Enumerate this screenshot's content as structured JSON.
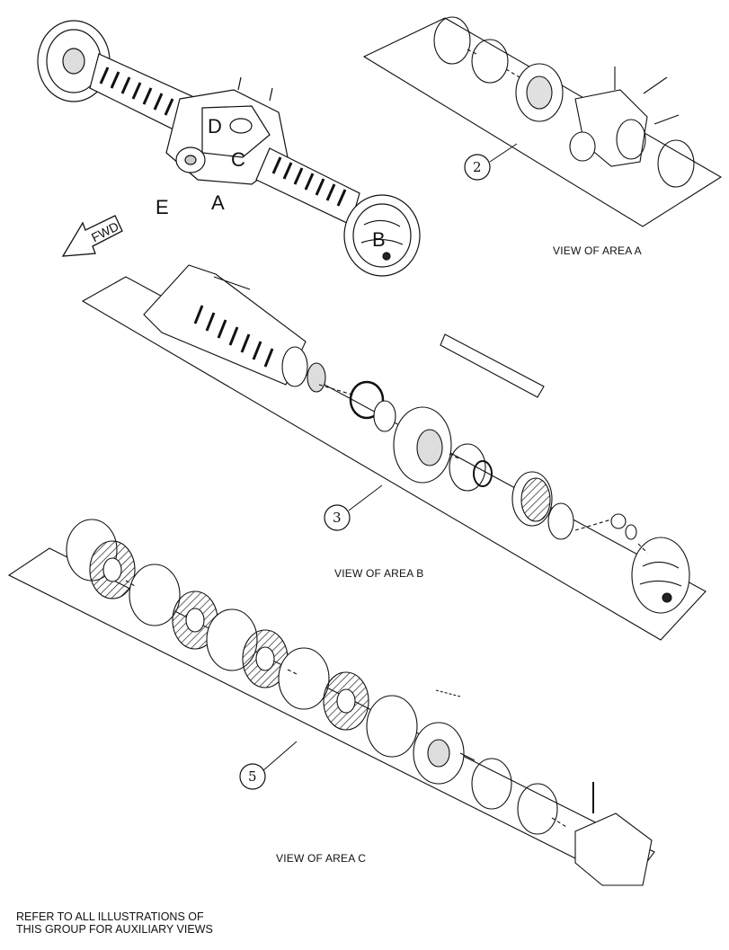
{
  "area_labels": {
    "a": "A",
    "b": "B",
    "c": "C",
    "d": "D",
    "e": "E"
  },
  "direction": {
    "text": "FWD"
  },
  "views": {
    "area_a": {
      "callout": "2",
      "caption": "VIEW OF AREA A"
    },
    "area_b": {
      "callout": "3",
      "caption": "VIEW OF AREA B"
    },
    "area_c": {
      "callout": "5",
      "caption": "VIEW OF AREA C"
    }
  },
  "note": {
    "line1": "REFER TO ALL ILLUSTRATIONS OF",
    "line2": "THIS GROUP FOR AUXILIARY VIEWS"
  }
}
